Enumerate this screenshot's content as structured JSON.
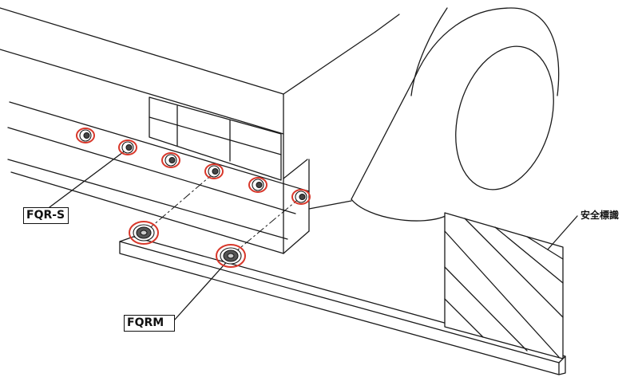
{
  "labels": {
    "fqr_s": "FQR-S",
    "fqrm": "FQRM",
    "safety_sign": "安全標識"
  },
  "colors": {
    "line": "#1a1a1a",
    "highlight": "#d8372a",
    "background": "#ffffff"
  }
}
